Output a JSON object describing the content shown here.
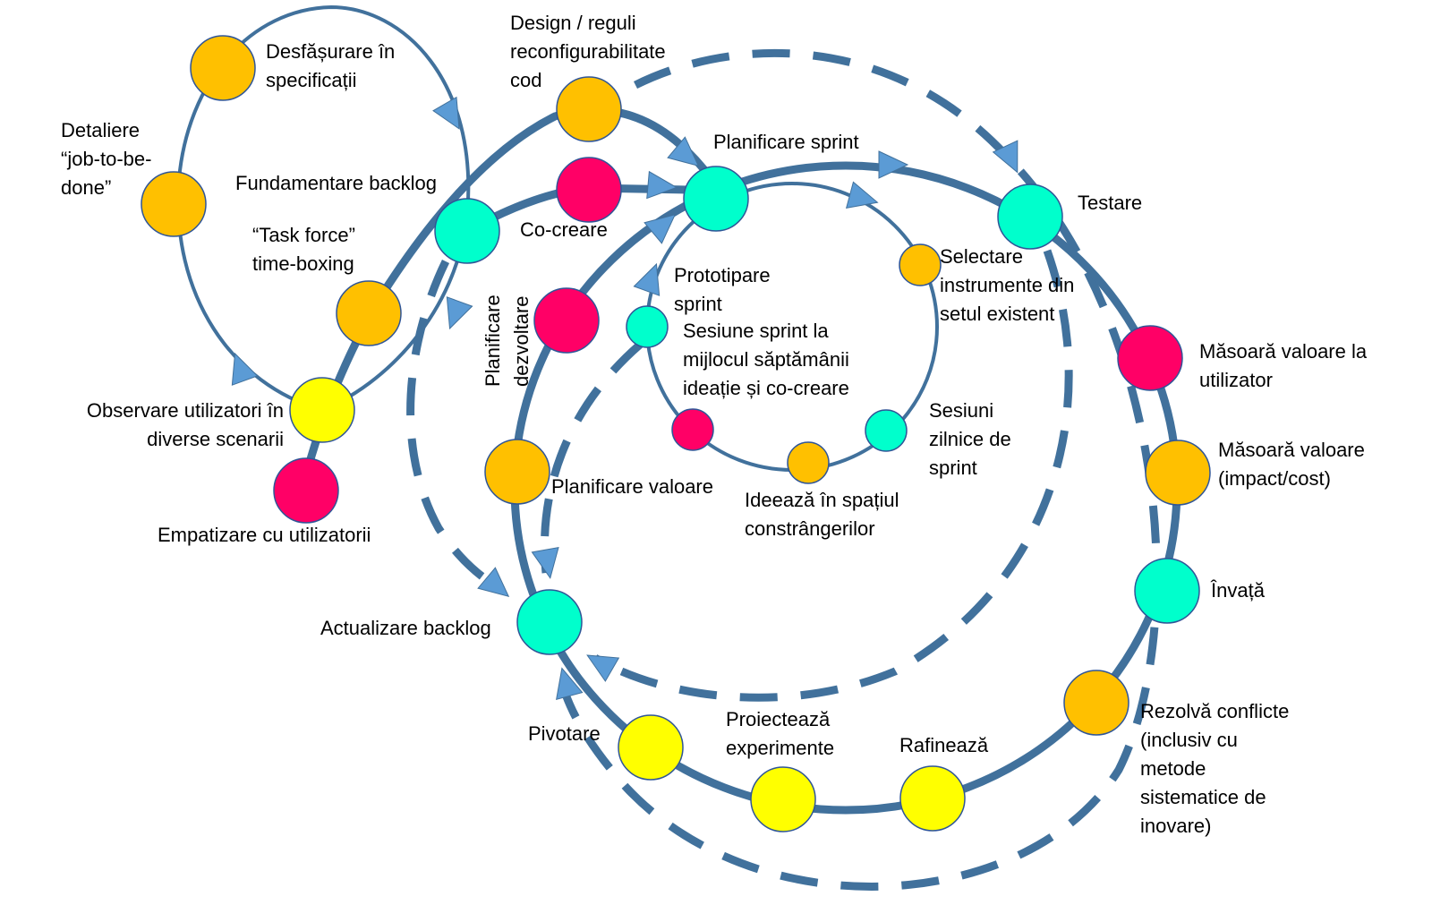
{
  "colors": {
    "orange": "#FFC000",
    "magenta": "#FF0066",
    "cyan": "#00FFCC",
    "yellow": "#FFFF00",
    "line": "#41719C",
    "arrow": "#5B9BD5"
  },
  "labels": {
    "desfasurare": "Desfășurare în\nspecificații",
    "detaliere": "Detaliere\n“job-to-be-\ndone”",
    "design": "Design / reguli\nreconfigurabilitate\ncod",
    "fundamentare": "Fundamentare backlog",
    "task_force": "“Task force”\ntime-boxing",
    "co_creare": "Co-creare",
    "planificare_sprint": "Planificare sprint",
    "testare": "Testare",
    "selectare": "Selectare\ninstrumente din\nsetul existent",
    "prototipare": "Prototipare\nsprint",
    "sesiune_mijloc": "Sesiune sprint la\nmijlocul săptămânii\nideație și co-creare",
    "planificare_dezvoltare": "Planificare\ndezvoltare",
    "masoara_utilizator": "Măsoară valoare la\nutilizator",
    "masoara_impact": "Măsoară valoare\n(impact/cost)",
    "invata": "Învață",
    "observare": "Observare utilizatori în\ndiverse scenarii",
    "empatizare": "Empatizare cu utilizatorii",
    "sesiuni_zilnice": "Sesiuni\nzilnice de\nsprint",
    "planificare_valoare": "Planificare valoare",
    "ideeaza": "Ideează în spațiul\nconstrângerilor",
    "actualizare": "Actualizare backlog",
    "pivotare": "Pivotare",
    "proiecteaza": "Proiectează\nexperimente",
    "rafineaza": "Rafinează",
    "rezolva": "Rezolvă conflicte\n(inclusiv cu\nmetode\nsistematice de\ninovare)"
  }
}
